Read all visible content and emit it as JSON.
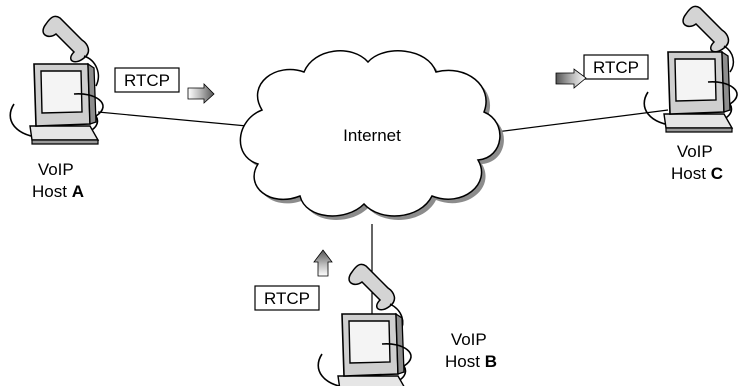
{
  "cloud": {
    "label": "Internet"
  },
  "hosts": [
    {
      "id": "A",
      "line1": "VoIP",
      "prefix": "Host ",
      "letter": "A"
    },
    {
      "id": "B",
      "line1": "VoIP",
      "prefix": "Host ",
      "letter": "B"
    },
    {
      "id": "C",
      "line1": "VoIP",
      "prefix": "Host ",
      "letter": "C"
    }
  ],
  "packets": [
    {
      "host": "A",
      "label": "RTCP"
    },
    {
      "host": "B",
      "label": "RTCP"
    },
    {
      "host": "C",
      "label": "RTCP"
    }
  ],
  "icons": [
    "computer-icon",
    "telephone-handset-icon",
    "cable-icon",
    "arrow-icon",
    "cloud-icon"
  ]
}
